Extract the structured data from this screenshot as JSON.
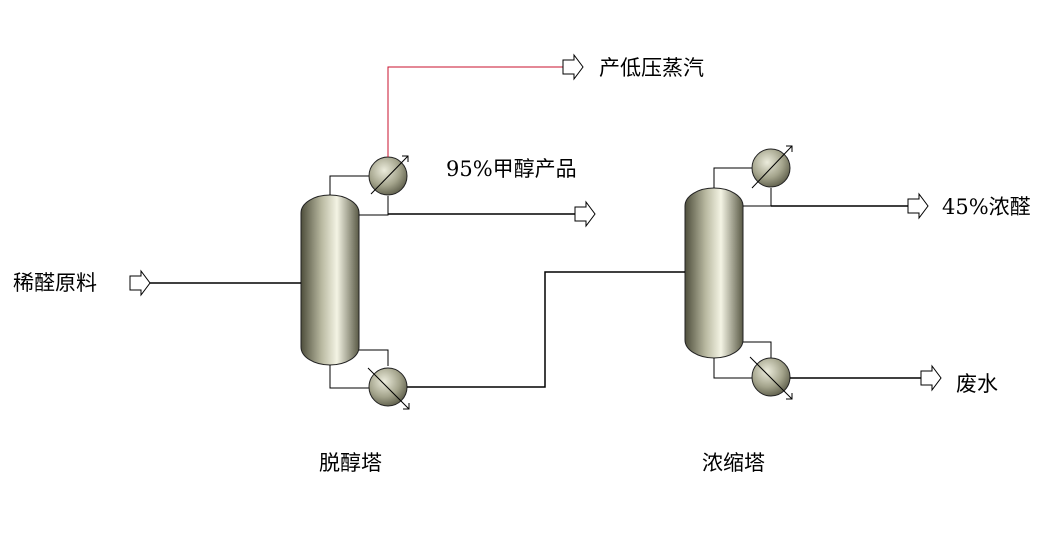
{
  "streams": {
    "feed": "稀醛原料",
    "steam": "产低压蒸汽",
    "methanol": "95%甲醇产品",
    "formaldehyde": "45%浓醛",
    "wastewater": "废水"
  },
  "units": {
    "column1": "脱醇塔",
    "column2": "浓缩塔"
  },
  "colors": {
    "line": "#000000",
    "steam_line": "#c8102e",
    "vessel_light": "#f4f4e4",
    "vessel_dark": "#4e4e3c"
  }
}
